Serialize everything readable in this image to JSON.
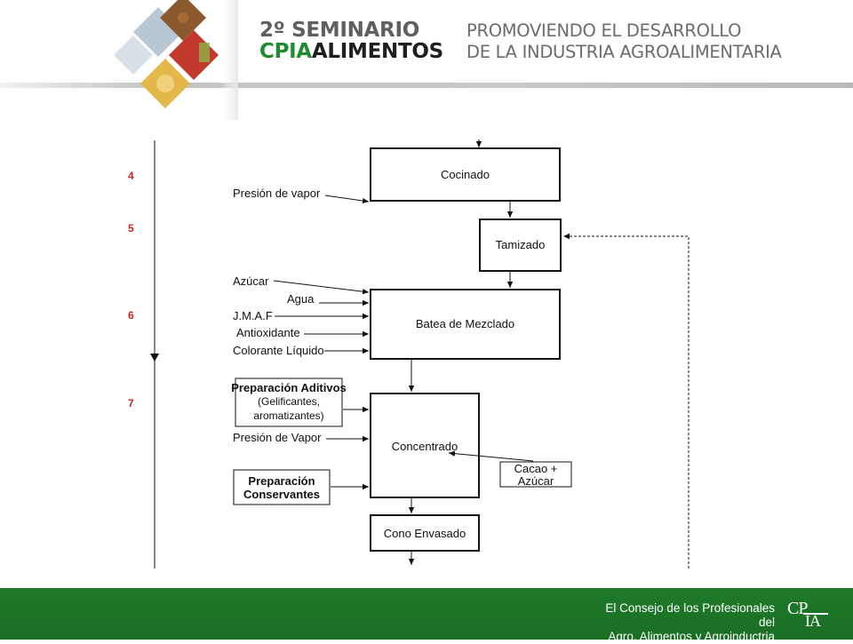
{
  "header": {
    "seminar_line1": "2º SEMINARIO",
    "seminar_cpia": "CPIA",
    "seminar_alimentos": "ALIMENTOS",
    "tagline_line1": "PROMOVIENDO EL DESARROLLO",
    "tagline_line2": "DE LA INDUSTRIA AGROALIMENTARIA"
  },
  "diagram": {
    "steps": [
      "4",
      "5",
      "6",
      "7"
    ],
    "boxes": {
      "cocinado": "Cocinado",
      "tamizado": "Tamizado",
      "batea": "Batea de Mezclado",
      "concentrado": "Concentrado",
      "cono": "Cono Envasado",
      "cacao_line1": "Cacao +",
      "cacao_line2": "Azúcar",
      "aditivos_line1": "Preparación Aditivos",
      "aditivos_line2": "(Gelificantes,",
      "aditivos_line3": "aromatizantes)",
      "conservantes_line1": "Preparación",
      "conservantes_line2": "Conservantes"
    },
    "inputs": {
      "presion_vapor_1": "Presión de vapor",
      "azucar": "Azúcar",
      "agua": "Agua",
      "jmaf": "J.M.A.F",
      "antioxidante": "Antioxidante",
      "colorante": "Colorante Líquido",
      "presion_vapor_2": "Presión de Vapor"
    }
  },
  "footer": {
    "line1": "El Consejo de los Profesionales del",
    "line2": "Agro, Alimentos y Agroinductria",
    "logo_top": "CP",
    "logo_bottom": "IA"
  },
  "colors": {
    "brand_green": "#1e8c2f",
    "footer_green": "#1f7a2a",
    "step_red": "#d42020"
  }
}
